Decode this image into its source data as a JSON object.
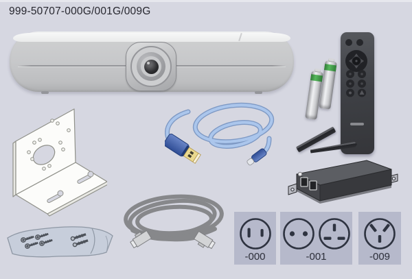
{
  "header": {
    "title": "999-50707-000G/001G/009G"
  },
  "plug_variants": [
    {
      "label": "-000",
      "outlets": [
        "us-nema-outlet-icon"
      ]
    },
    {
      "label": "-001",
      "outlets": [
        "eu-outlet-icon",
        "uk-bs1363-outlet-icon"
      ]
    },
    {
      "label": "-009",
      "outlets": [
        "au-as3112-outlet-icon"
      ]
    }
  ],
  "kit_items": [
    {
      "name": "video-bar-camera",
      "icon": "video-bar-icon"
    },
    {
      "name": "remote-control",
      "icon": "remote-control-icon"
    },
    {
      "name": "aa-battery-1",
      "icon": "battery-icon"
    },
    {
      "name": "aa-battery-2",
      "icon": "battery-icon"
    },
    {
      "name": "wall-mount-bracket",
      "icon": "wall-bracket-icon"
    },
    {
      "name": "usb-a-to-usb-c-cable",
      "icon": "usb-cable-icon"
    },
    {
      "name": "ethernet-cable",
      "icon": "ethernet-cable-icon"
    },
    {
      "name": "trim-cover-1",
      "icon": "trim-cover-icon"
    },
    {
      "name": "trim-cover-2",
      "icon": "trim-cover-icon"
    },
    {
      "name": "poe-power-injector",
      "icon": "poe-injector-icon"
    },
    {
      "name": "mounting-screws-bag",
      "icon": "screws-bag-icon"
    }
  ],
  "colors": {
    "background": "#d6d7e1",
    "plug_box_background": "#b6b9cb",
    "outline_dark": "#2e3340",
    "usb_cable_blue": "#abc6ec",
    "ethernet_cable_gray": "#87888b",
    "battery_green": "#3f9f46",
    "device_gray": "#c7c8ca"
  }
}
